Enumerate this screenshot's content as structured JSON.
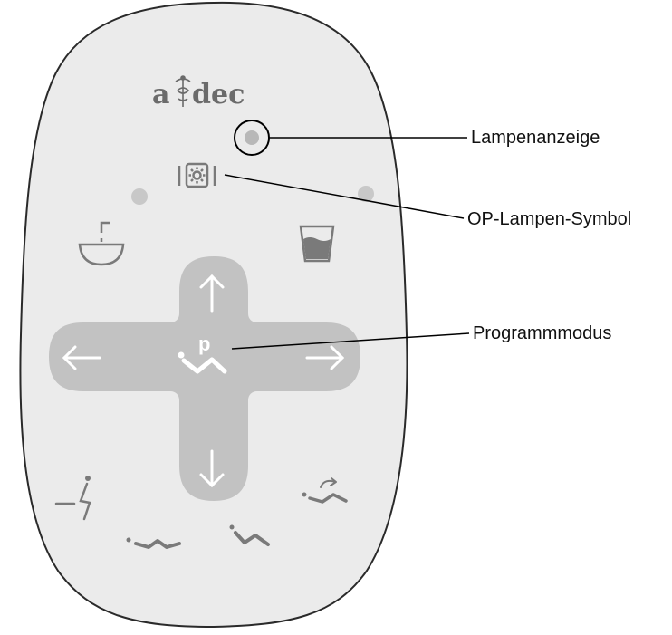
{
  "brand": {
    "left": "a",
    "right": "dec",
    "logo_icon": "caduceus-icon"
  },
  "callouts": {
    "lamp_indicator": "Lampenanzeige",
    "op_lamp_symbol": "OP-Lampen-Symbol",
    "program_mode": "Programmmodus"
  },
  "keypad": {
    "program_key_label": "p",
    "icons": [
      "cuspidor-fill-icon",
      "cup-fill-icon",
      "op-lamp-icon",
      "arrow-up-icon",
      "arrow-down-icon",
      "arrow-left-icon",
      "arrow-right-icon",
      "program-chair-icon",
      "entry-exit-icon",
      "supine-position-icon",
      "recline-position-icon",
      "last-position-icon"
    ]
  },
  "colors": {
    "panel_fill": "#ebebeb",
    "panel_stroke": "#2a2a2a",
    "cross_fill": "#c2c2c2",
    "icon_gray": "#8a8a8a",
    "arrow_white": "#ffffff",
    "callout_line": "#000000"
  }
}
